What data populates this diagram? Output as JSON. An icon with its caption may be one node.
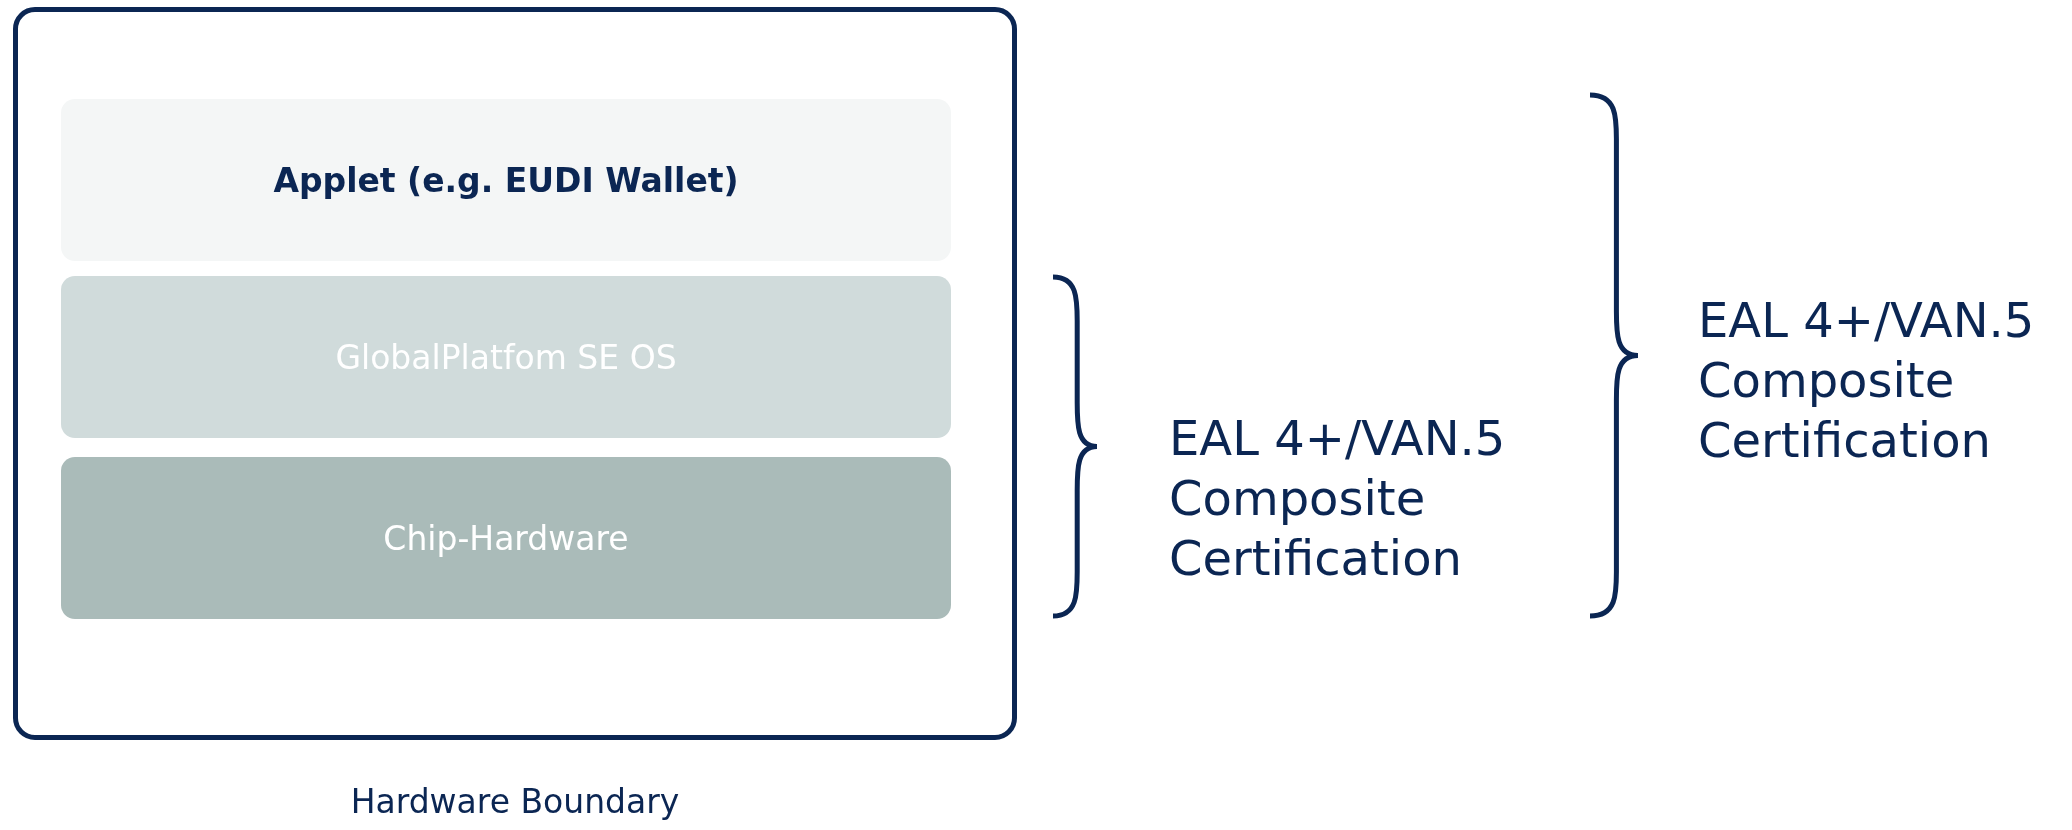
{
  "diagram": {
    "nodes": [
      {
        "text": [],
        "shape": "box",
        "beside": [
          "Hardware Boundary"
        ]
      },
      {
        "text": [
          "Applet (e.g. EUDI Wallet)"
        ],
        "in": 0
      },
      {
        "text": [
          "GlobalPlatfom SE OS"
        ],
        "in": 0
      },
      {
        "text": [
          "Chip-Hardware"
        ],
        "in": 0
      }
    ],
    "labels": [
      "EAL 4+/VAN.5 Composite Certification",
      "EAL 4+/VAN.5 Composite Certification"
    ]
  }
}
